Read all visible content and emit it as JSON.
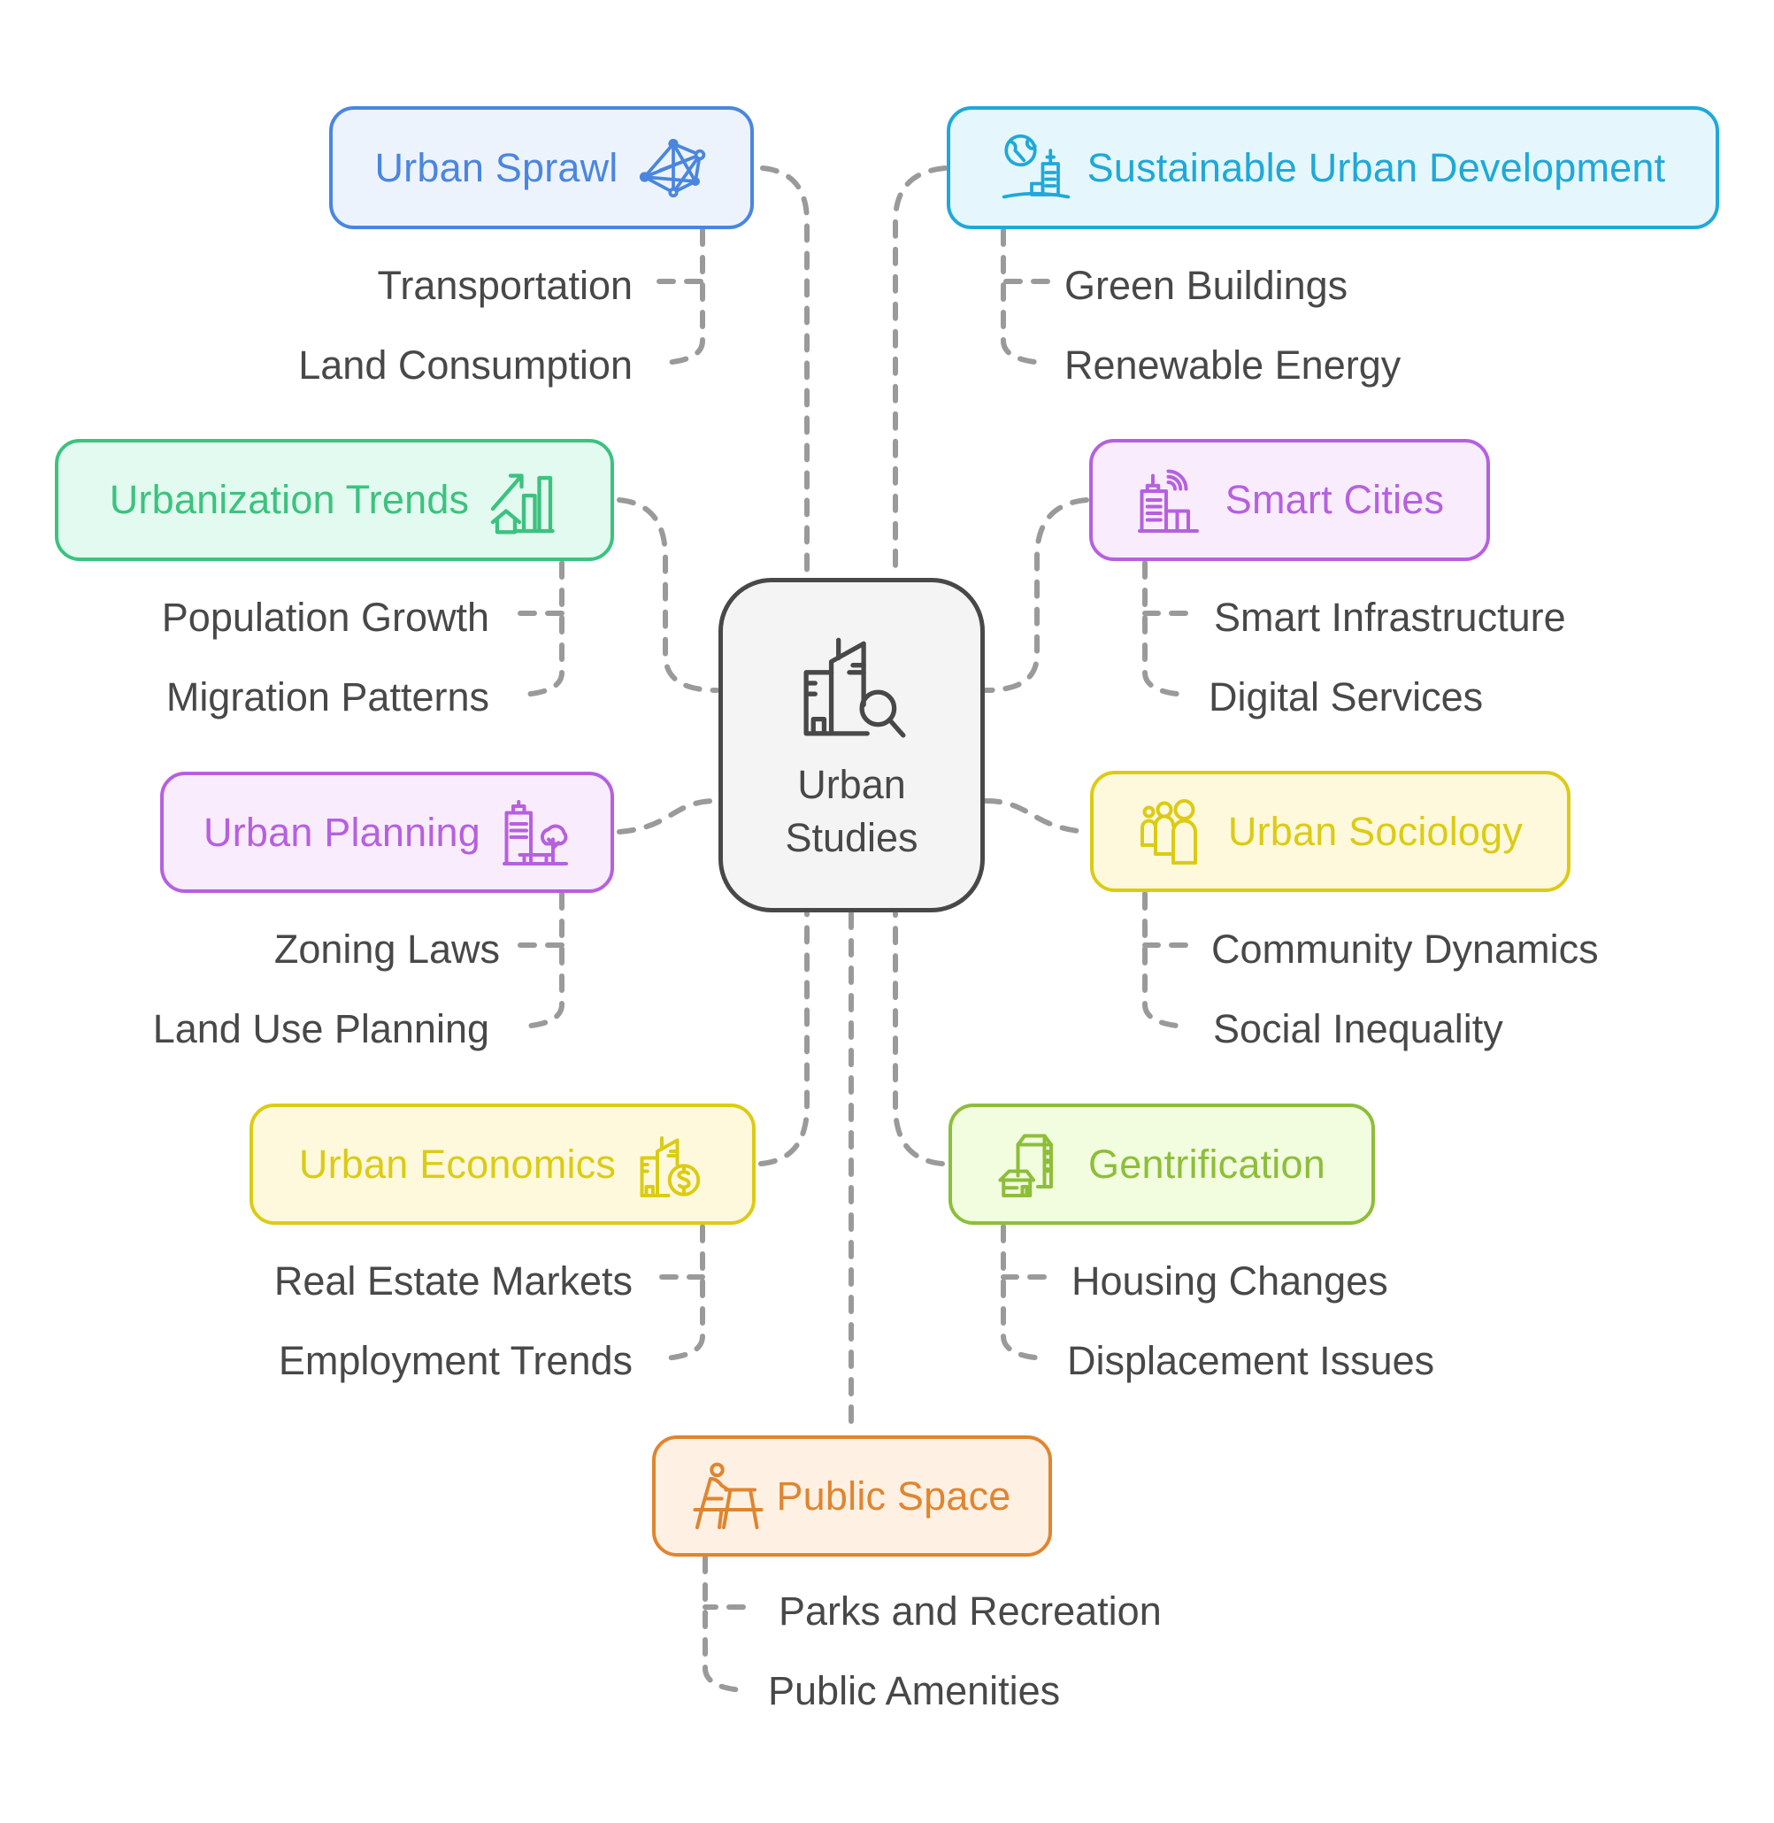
{
  "diagram": {
    "center": {
      "label_line1": "Urban",
      "label_line2": "Studies",
      "icon": "city-search-icon",
      "color": "#484848",
      "fill": "#f4f4f4"
    },
    "connector_color": "#9a9a9a",
    "topics": [
      {
        "id": "urban-sprawl",
        "label": "Urban Sprawl",
        "icon": "network-mesh-icon",
        "color": "#4a86e0",
        "fill": "#edf3fd",
        "subtopics": [
          "Transportation",
          "Land Consumption"
        ]
      },
      {
        "id": "sustainable-urban-development",
        "label": "Sustainable Urban Development",
        "icon": "globe-city-icon",
        "color": "#1fa8d9",
        "fill": "#e5f7fc",
        "subtopics": [
          "Green Buildings",
          "Renewable Energy"
        ]
      },
      {
        "id": "urbanization-trends",
        "label": "Urbanization Trends",
        "icon": "growth-chart-house-icon",
        "color": "#3cc27f",
        "fill": "#e2faef",
        "subtopics": [
          "Population Growth",
          "Migration Patterns"
        ]
      },
      {
        "id": "smart-cities",
        "label": "Smart Cities",
        "icon": "smart-building-wifi-icon",
        "color": "#b660e0",
        "fill": "#f9edfd",
        "subtopics": [
          "Smart Infrastructure",
          "Digital Services"
        ]
      },
      {
        "id": "urban-planning",
        "label": "Urban Planning",
        "icon": "building-tree-bench-icon",
        "color": "#b660e0",
        "fill": "#f9edfd",
        "subtopics": [
          "Zoning Laws",
          "Land Use Planning"
        ]
      },
      {
        "id": "urban-sociology",
        "label": "Urban Sociology",
        "icon": "people-group-icon",
        "color": "#dccb14",
        "fill": "#fef9dc",
        "subtopics": [
          "Community Dynamics",
          "Social Inequality"
        ]
      },
      {
        "id": "urban-economics",
        "label": "Urban Economics",
        "icon": "building-dollar-icon",
        "color": "#dccb14",
        "fill": "#fef9dc",
        "subtopics": [
          "Real Estate Markets",
          "Employment Trends"
        ]
      },
      {
        "id": "gentrification",
        "label": "Gentrification",
        "icon": "house-apartment-icon",
        "color": "#8dbe3a",
        "fill": "#f2fcde",
        "subtopics": [
          "Housing Changes",
          "Displacement Issues"
        ]
      },
      {
        "id": "public-space",
        "label": "Public Space",
        "icon": "person-bench-icon",
        "color": "#e0852f",
        "fill": "#fef1e4",
        "subtopics": [
          "Parks and Recreation",
          "Public Amenities"
        ]
      }
    ]
  }
}
